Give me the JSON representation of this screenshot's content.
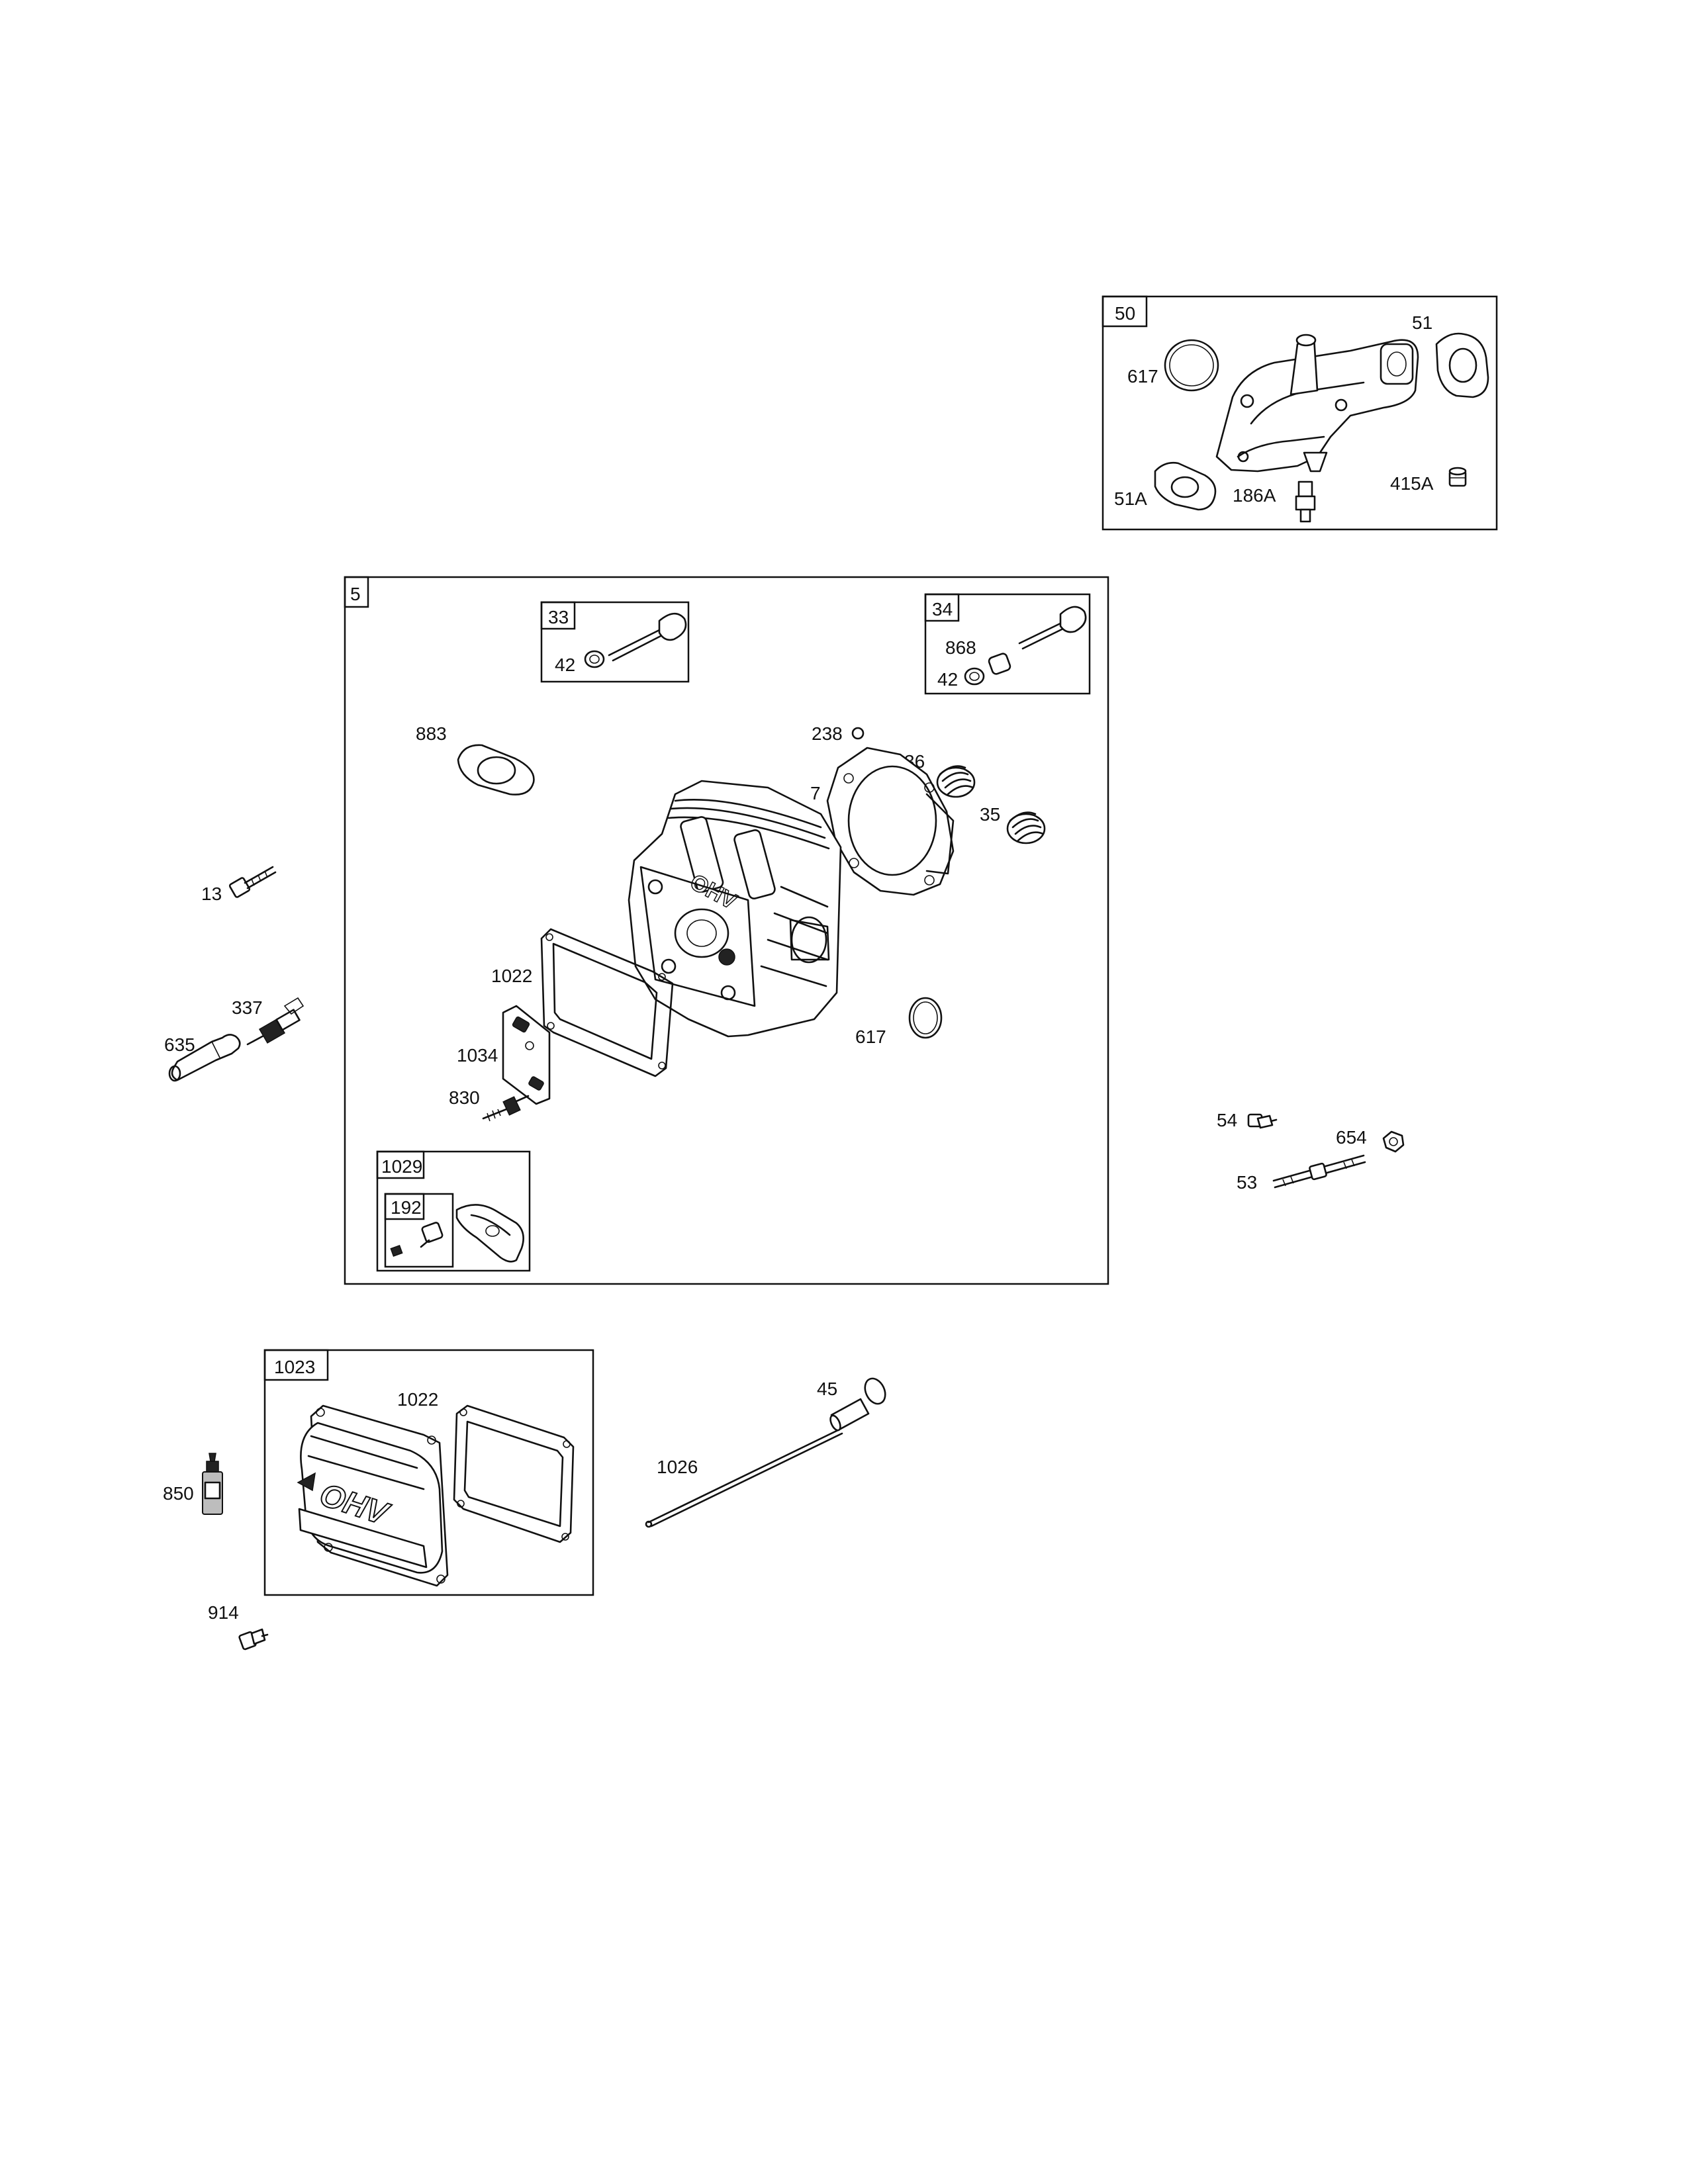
{
  "labels": {
    "box_50": "50",
    "p51": "51",
    "p617_top": "617",
    "p51A": "51A",
    "p186A": "186A",
    "p415A": "415A",
    "box_5": "5",
    "box_33": "33",
    "p42_33": "42",
    "box_34": "34",
    "p868": "868",
    "p42_34": "42",
    "p883": "883",
    "p238": "238",
    "p36": "36",
    "p7": "7",
    "p35": "35",
    "p13": "13",
    "p337": "337",
    "p635": "635",
    "p1022_mid": "1022",
    "p1034": "1034",
    "p830": "830",
    "p617_mid": "617",
    "box_1029": "1029",
    "box_192": "192",
    "p54": "54",
    "p654": "654",
    "p53": "53",
    "box_1023": "1023",
    "p1022_low": "1022",
    "p45": "45",
    "p1026": "1026",
    "p850": "850",
    "p914": "914"
  },
  "cover_text": "OHV",
  "head_text": "OHV",
  "icons": [
    "o-ring-icon",
    "gasket-icon",
    "intake-manifold-icon",
    "fitting-icon",
    "plug-icon",
    "valve-icon",
    "valve-keeper-icon",
    "valve-seal-icon",
    "valve-spring-icon",
    "cylinder-head-icon",
    "bolt-icon",
    "spark-plug-icon",
    "spark-plug-boot-icon",
    "breather-icon",
    "stud-icon",
    "rocker-arm-icon",
    "screw-icon",
    "valve-cover-icon",
    "push-rod-icon",
    "tappet-icon",
    "sealant-tube-icon"
  ]
}
